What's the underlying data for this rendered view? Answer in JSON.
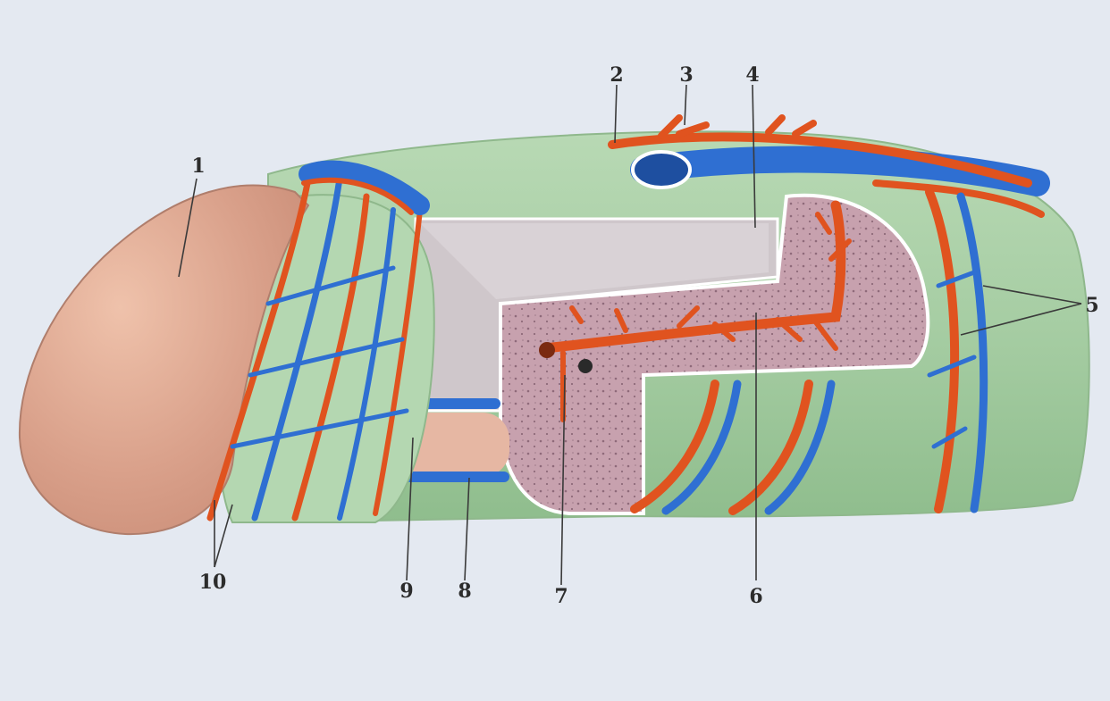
{
  "diagram": {
    "callouts": [
      {
        "id": "c1",
        "label": "1"
      },
      {
        "id": "c2",
        "label": "2"
      },
      {
        "id": "c3",
        "label": "3"
      },
      {
        "id": "c4",
        "label": "4"
      },
      {
        "id": "c5",
        "label": "5"
      },
      {
        "id": "c6",
        "label": "6"
      },
      {
        "id": "c7",
        "label": "7"
      },
      {
        "id": "c8",
        "label": "8"
      },
      {
        "id": "c9",
        "label": "9"
      },
      {
        "id": "c10",
        "label": "10"
      }
    ],
    "colors": {
      "artery": "#e0531f",
      "vein": "#2f6fd2",
      "tunica": "#a9cfa6",
      "erectile_tissue": "#c9a4b0",
      "glans": "#d9a48a",
      "background": "#e4e9f1"
    }
  }
}
